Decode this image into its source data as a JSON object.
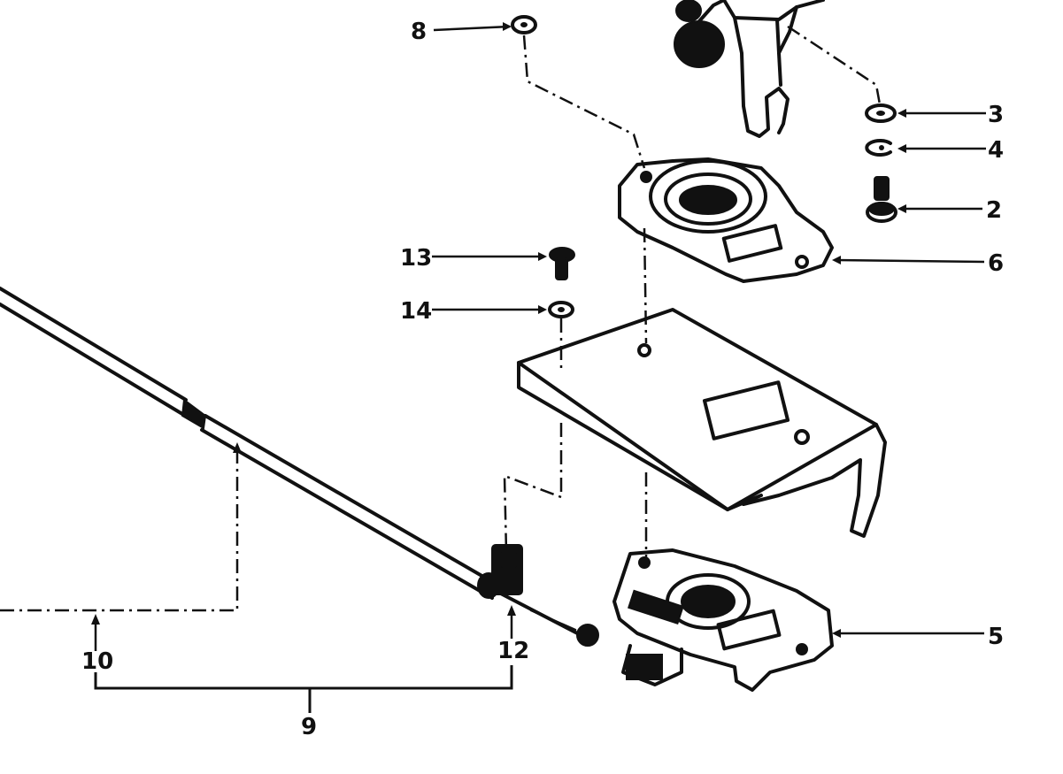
{
  "diagram": {
    "callouts": [
      {
        "id": "c8",
        "label": "8"
      },
      {
        "id": "c3",
        "label": "3"
      },
      {
        "id": "c4",
        "label": "4"
      },
      {
        "id": "c2",
        "label": "2"
      },
      {
        "id": "c6",
        "label": "6"
      },
      {
        "id": "c13",
        "label": "13"
      },
      {
        "id": "c14",
        "label": "14"
      },
      {
        "id": "c5",
        "label": "5"
      },
      {
        "id": "c10",
        "label": "10"
      },
      {
        "id": "c12",
        "label": "12"
      },
      {
        "id": "c9",
        "label": "9"
      }
    ]
  }
}
